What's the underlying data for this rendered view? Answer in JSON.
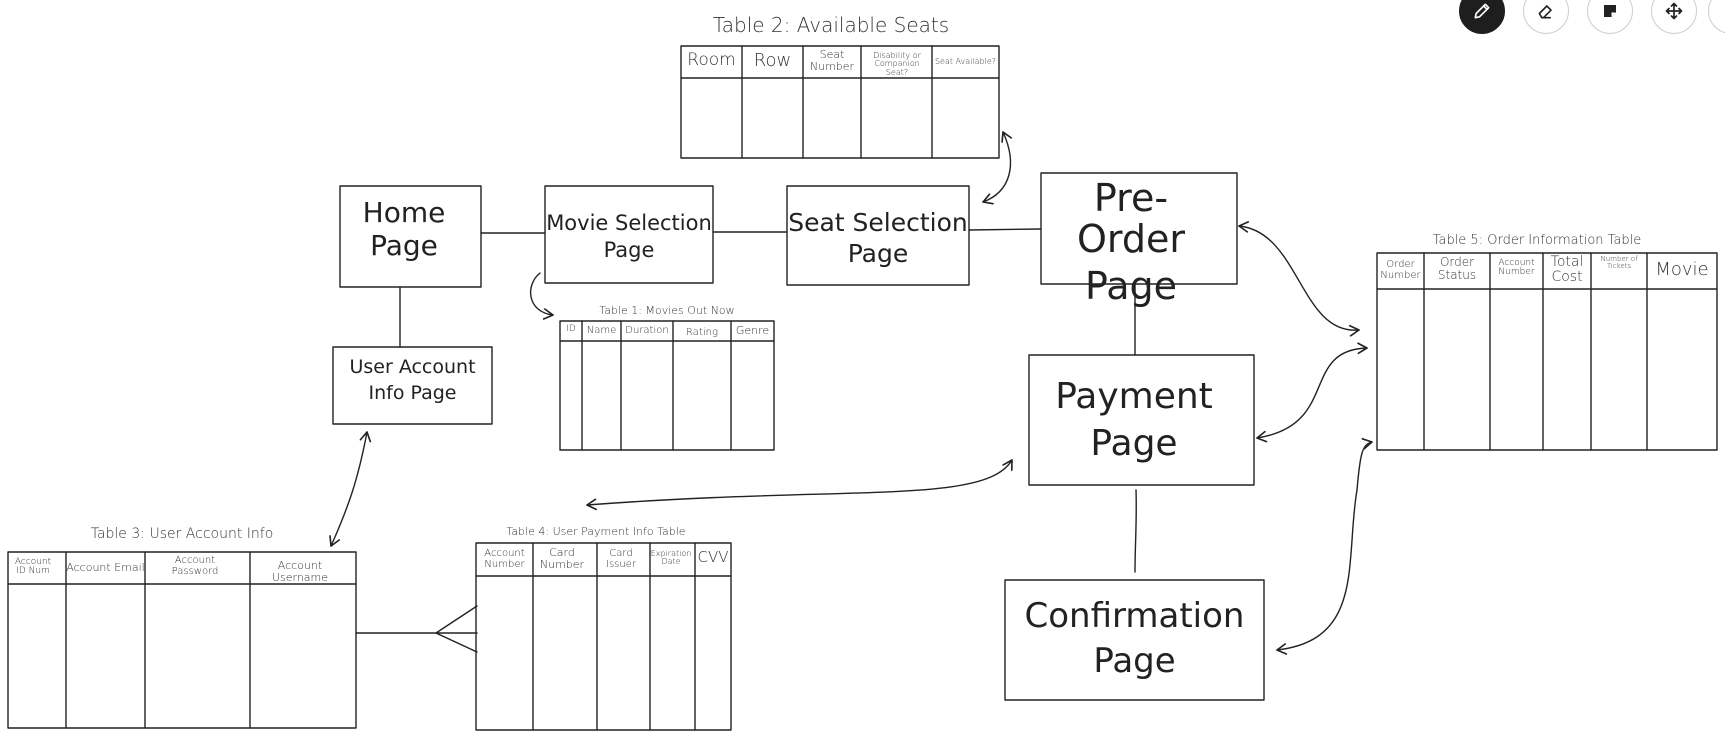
{
  "toolbar": {
    "items": [
      {
        "icon": "pencil-icon",
        "active": true
      },
      {
        "icon": "eraser-icon",
        "active": false
      },
      {
        "icon": "sticky-note-icon",
        "active": false
      },
      {
        "icon": "move-icon",
        "active": false
      },
      {
        "icon": "more-icon",
        "active": false
      }
    ]
  },
  "pages": {
    "home": {
      "line1": "Home",
      "line2": "Page"
    },
    "movie_selection": {
      "line1": "Movie Selection",
      "line2": "Page"
    },
    "seat_selection": {
      "line1": "Seat Selection",
      "line2": "Page"
    },
    "pre_order": {
      "line1": "Pre-Order",
      "line2": "Page"
    },
    "payment": {
      "line1": "Payment",
      "line2": "Page"
    },
    "confirmation": {
      "line1": "Confirmation",
      "line2": "Page"
    },
    "user_account_info": {
      "line1": "User Account",
      "line2": "Info Page"
    }
  },
  "tables": {
    "t1": {
      "title": "Table 1: Movies Out Now",
      "columns": [
        "ID",
        "Name",
        "Duration",
        "Rating",
        "Genre"
      ]
    },
    "t2": {
      "title": "Table 2: Available Seats",
      "columns": [
        "Room",
        "Row",
        "Seat Number",
        "Disability or Companion Seat?",
        "Seat Available?"
      ]
    },
    "t3": {
      "title": "Table 3: User Account Info",
      "columns": [
        "Account ID Num",
        "Account Email",
        "Account Password",
        "Account Username"
      ]
    },
    "t4": {
      "title": "Table 4: User Payment Info Table",
      "columns": [
        "Account Number",
        "Card Number",
        "Card Issuer",
        "Expiration Date",
        "CVV"
      ]
    },
    "t5": {
      "title": "Table 5: Order Information Table",
      "columns": [
        "Order Number",
        "Order Status",
        "Account Number",
        "Total Cost",
        "Number of Tickets",
        "Movie"
      ]
    }
  }
}
